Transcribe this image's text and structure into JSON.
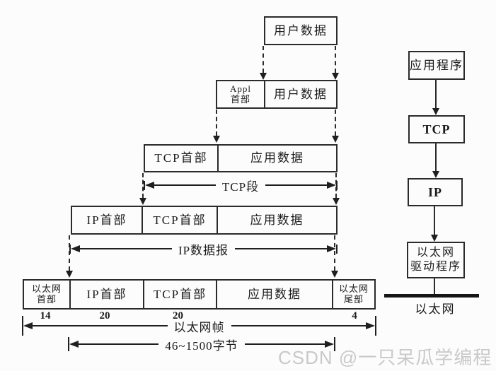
{
  "watermark": {
    "text": "CSDN @一只呆瓜学编程"
  },
  "encapsulation": {
    "user_data_row": {
      "user_data": "用户数据"
    },
    "appl_row": {
      "appl_header_line1": "Appl",
      "appl_header_line2": "首部",
      "user_data": "用户数据"
    },
    "tcp_row": {
      "tcp_header": "TCP首部",
      "app_data": "应用数据"
    },
    "ip_row": {
      "ip_header": "IP首部",
      "tcp_header": "TCP首部",
      "app_data": "应用数据"
    },
    "eth_row": {
      "eth_header_line1": "以太网",
      "eth_header_line2": "首部",
      "ip_header": "IP首部",
      "tcp_header": "TCP首部",
      "app_data": "应用数据",
      "eth_trailer_line1": "以太网",
      "eth_trailer_line2": "尾部"
    },
    "byte_counts": {
      "eth_header": "14",
      "ip_header": "20",
      "tcp_header": "20",
      "eth_trailer": "4"
    },
    "measures": {
      "tcp_segment": "TCP段",
      "ip_datagram": "IP数据报",
      "eth_frame": "以太网帧",
      "payload_range": "46~1500字节"
    }
  },
  "protocol_stack": {
    "application": "应用程序",
    "tcp": "TCP",
    "ip": "IP",
    "eth_driver_line1": "以太网",
    "eth_driver_line2": "驱动程序",
    "ethernet_label": "以太网"
  }
}
